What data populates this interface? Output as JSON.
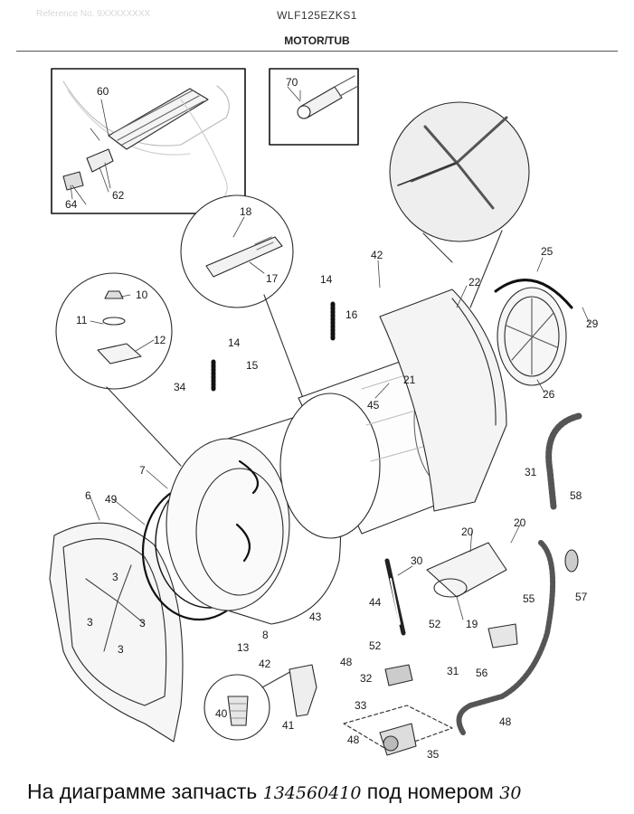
{
  "header": {
    "watermark": "Reference No. 9XXXXXXXX",
    "model": "WLF125EZKS1",
    "section": "MOTOR/TUB"
  },
  "callouts": [
    "60",
    "62",
    "64",
    "70",
    "18",
    "17",
    "10",
    "11",
    "12",
    "14",
    "14",
    "16",
    "15",
    "34",
    "42",
    "22",
    "25",
    "29",
    "26",
    "21",
    "45",
    "7",
    "6",
    "49",
    "3",
    "3",
    "3",
    "3",
    "13",
    "8",
    "42",
    "43",
    "44",
    "48",
    "40",
    "41",
    "30",
    "52",
    "52",
    "32",
    "31",
    "31",
    "20",
    "20",
    "19",
    "33",
    "48",
    "35",
    "56",
    "55",
    "57",
    "58",
    "48"
  ],
  "caption": {
    "prefix": "На диаграмме запчасть",
    "part_number": "134560410",
    "middle": "под номером",
    "ref_number": "30"
  }
}
